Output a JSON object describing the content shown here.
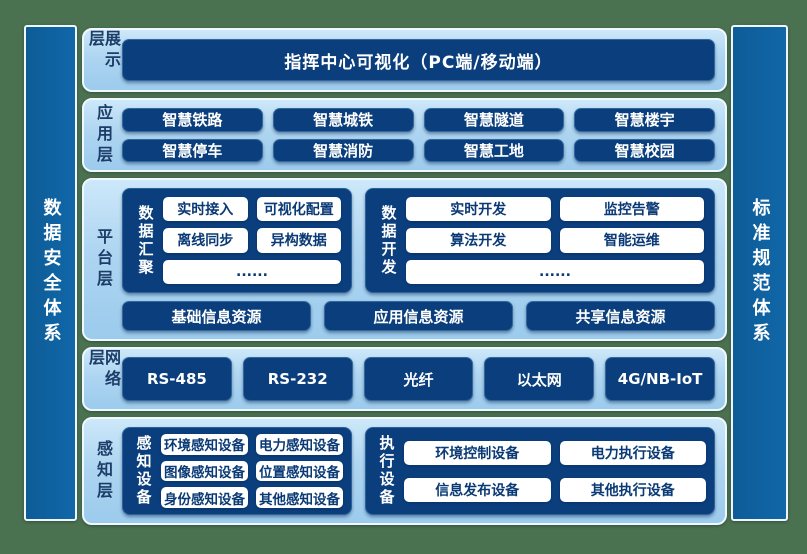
{
  "colors": {
    "background_green": "#4B7250",
    "side_bar_blue": "#0F63A0",
    "layer_light_blue": "#AED5F1",
    "button_navy": "#0A3E7C",
    "white_button_text_navy": "#0A3A75",
    "layer_label_navy": "#1C3D68",
    "white": "#FFFFFF"
  },
  "left_bar": {
    "label": "数据安全体系"
  },
  "right_bar": {
    "label": "标准规范体系"
  },
  "display_layer": {
    "label": "展示层",
    "button": "指挥中心可视化（PC端/移动端）"
  },
  "application_layer": {
    "label": "应用层",
    "buttons": [
      "智慧铁路",
      "智慧城铁",
      "智慧隧道",
      "智慧楼宇",
      "智慧停车",
      "智慧消防",
      "智慧工地",
      "智慧校园"
    ]
  },
  "platform_layer": {
    "label": "平台层",
    "aggregation_panel": {
      "label": "数据汇聚",
      "buttons": [
        "实时接入",
        "可视化配置",
        "离线同步",
        "异构数据"
      ],
      "more": "......"
    },
    "development_panel": {
      "label": "数据开发",
      "buttons": [
        "实时开发",
        "监控告警",
        "算法开发",
        "智能运维"
      ],
      "more": "......"
    },
    "resources": [
      "基础信息资源",
      "应用信息资源",
      "共享信息资源"
    ]
  },
  "network_layer": {
    "label": "网络层",
    "buttons": [
      "RS-485",
      "RS-232",
      "光纤",
      "以太网",
      "4G/NB-IoT"
    ]
  },
  "perception_layer": {
    "label": "感知层",
    "sensing_panel": {
      "label": "感知设备",
      "buttons": [
        "环境感知设备",
        "电力感知设备",
        "图像感知设备",
        "位置感知设备",
        "身份感知设备",
        "其他感知设备"
      ]
    },
    "execution_panel": {
      "label": "执行设备",
      "buttons": [
        "环境控制设备",
        "电力执行设备",
        "信息发布设备",
        "其他执行设备"
      ]
    }
  }
}
